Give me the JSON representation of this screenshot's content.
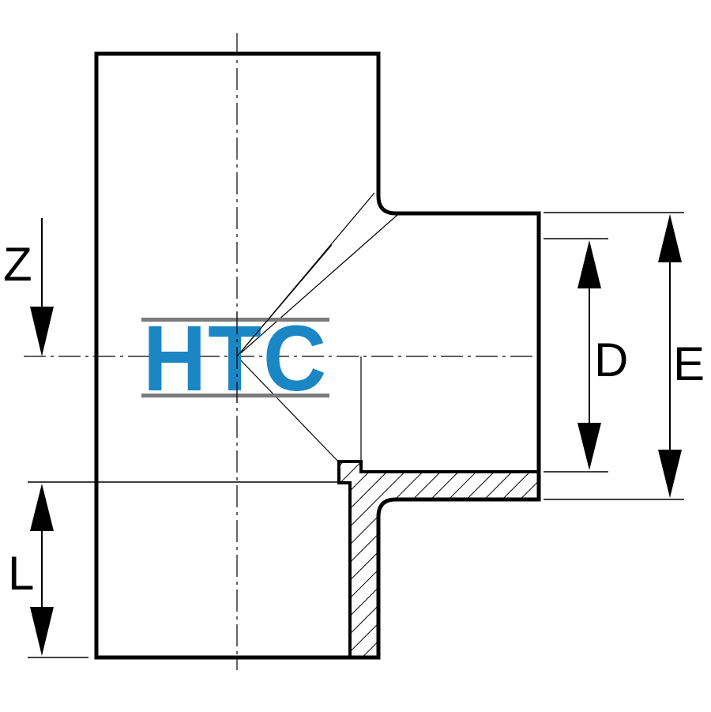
{
  "dimensions": {
    "z_label": "Z",
    "l_label": "L",
    "d_label": "D",
    "e_label": "E"
  },
  "logo": {
    "text": "HTC",
    "text_color": "#1a86c4",
    "stripe_color": "#7a7a7a"
  },
  "colors": {
    "outline": "#000000",
    "background": "#ffffff"
  }
}
